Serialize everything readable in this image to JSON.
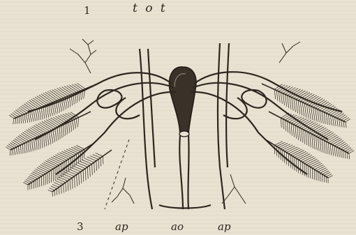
{
  "plate": {
    "labels": {
      "top_number": "1",
      "top_letters": "t o t",
      "bottom_number": "3",
      "ap_left": "ap",
      "ao": "ao",
      "ap_right": "ap"
    }
  }
}
